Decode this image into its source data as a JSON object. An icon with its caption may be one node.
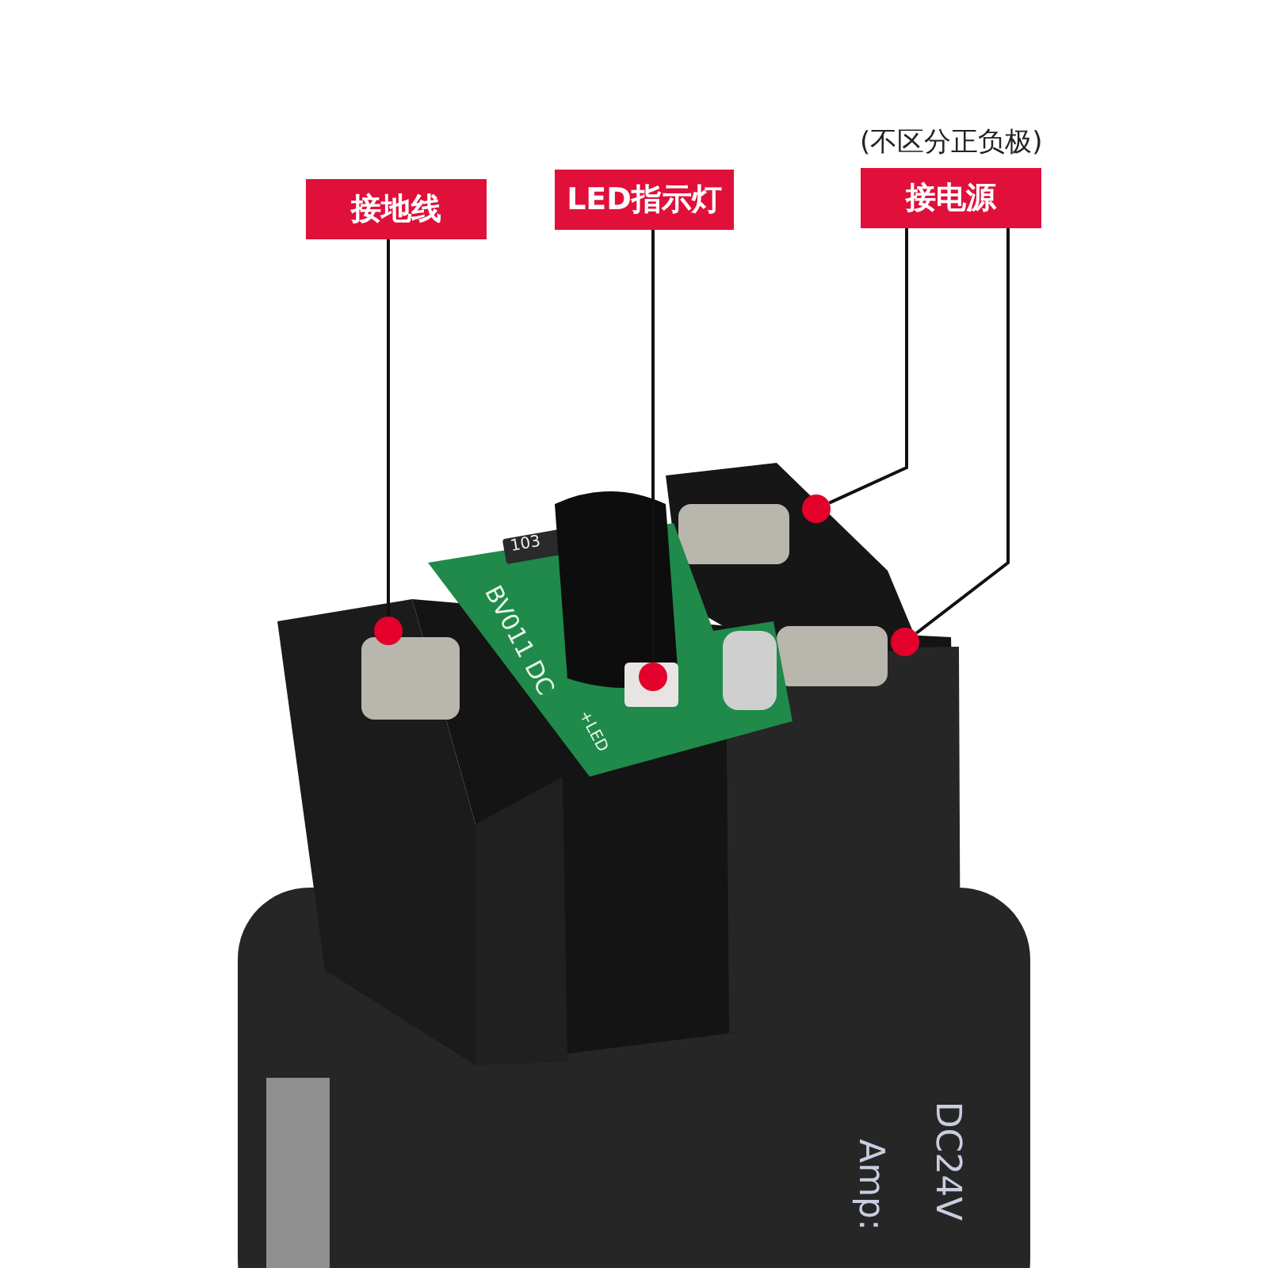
{
  "diagram": {
    "nodes": [
      {
        "text": [
          "接地线"
        ]
      },
      {
        "text": [
          "LED指示灯"
        ]
      },
      {
        "text": [
          "接电源"
        ],
        "beside": [
          "(不区分正负极)"
        ]
      },
      {
        "text": [],
        "shape": "circle"
      },
      {
        "text": [],
        "shape": "circle"
      },
      {
        "text": [],
        "shape": "circle"
      },
      {
        "text": [],
        "shape": "circle"
      }
    ],
    "edges": [
      {
        "from": 0,
        "to": 3,
        "arrow": "none"
      },
      {
        "from": 1,
        "to": 4,
        "arrow": "none"
      },
      {
        "from": 2,
        "to": 5,
        "arrow": "none"
      },
      {
        "from": 2,
        "to": 6,
        "arrow": "none"
      }
    ],
    "labels": [
      "103",
      "BV011 DC",
      "+LED",
      "DC24V",
      "Amp:"
    ]
  }
}
